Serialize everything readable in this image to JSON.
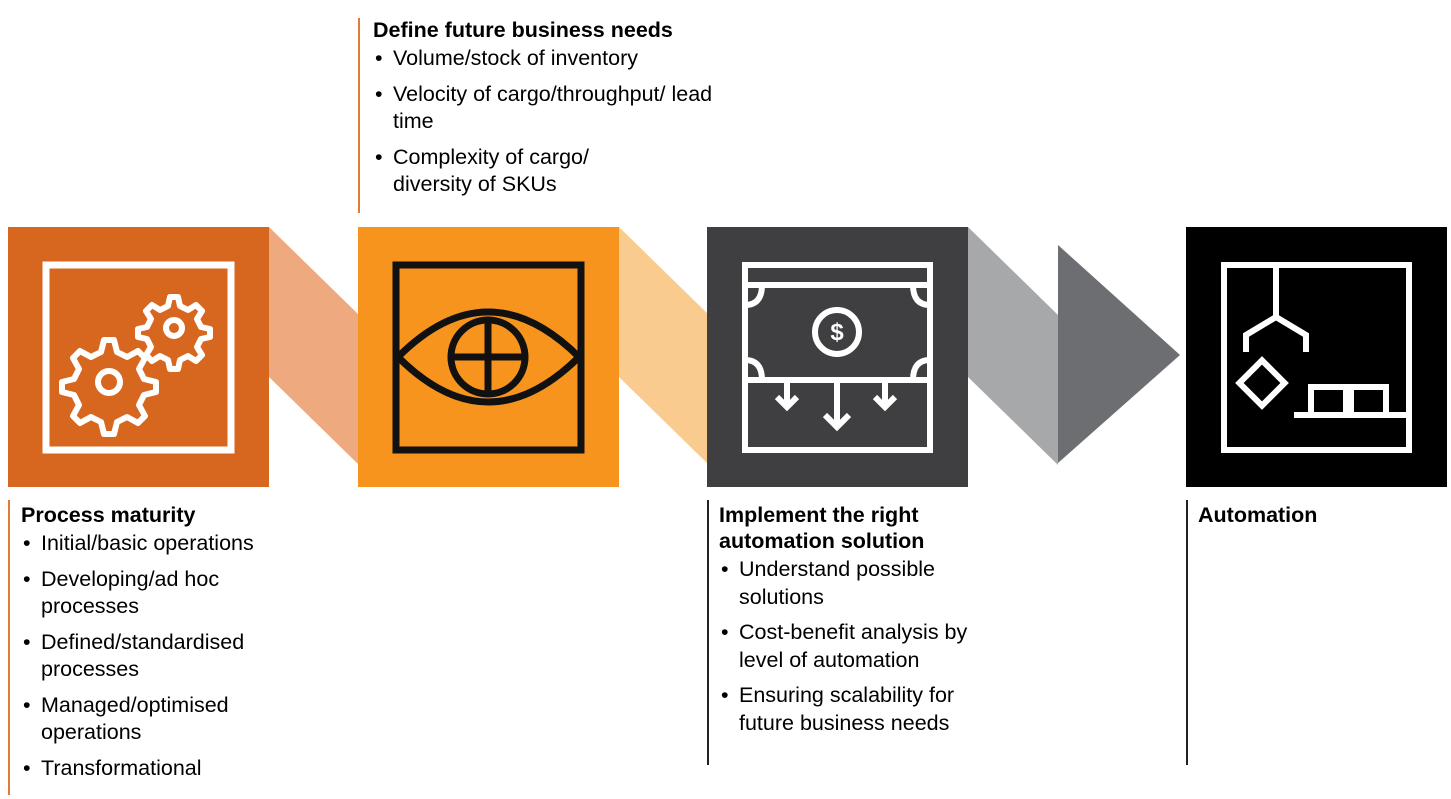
{
  "colors": {
    "step1": "#d7661f",
    "step2": "#f7941d",
    "step3": "#3f3f41",
    "step4": "#000000",
    "connector1": "#eeaa7e",
    "connector2": "#facb8e",
    "connector3a": "#a7a8aa",
    "connector3b": "#6d6e71",
    "orange_line": "#e07a36"
  },
  "steps": [
    {
      "title": "Process maturity",
      "icon": "gears-icon",
      "items": [
        "Initial/basic operations",
        "Developing/ad hoc processes",
        "Defined/standardised processes",
        "Managed/optimised operations",
        "Transformational"
      ]
    },
    {
      "title": "Define future business needs",
      "icon": "eye-crosshair-icon",
      "items": [
        "Volume/stock of inventory",
        "Velocity of cargo/throughput/ lead time",
        "Complexity of cargo/ diversity of SKUs"
      ]
    },
    {
      "title": "Implement the right automation solution",
      "icon": "money-cost-icon",
      "items": [
        "Understand possible solutions",
        "Cost-benefit analysis by level of automation",
        "Ensuring scalability for future business needs"
      ]
    },
    {
      "title": "Automation",
      "icon": "robotic-arm-icon",
      "items": []
    }
  ]
}
